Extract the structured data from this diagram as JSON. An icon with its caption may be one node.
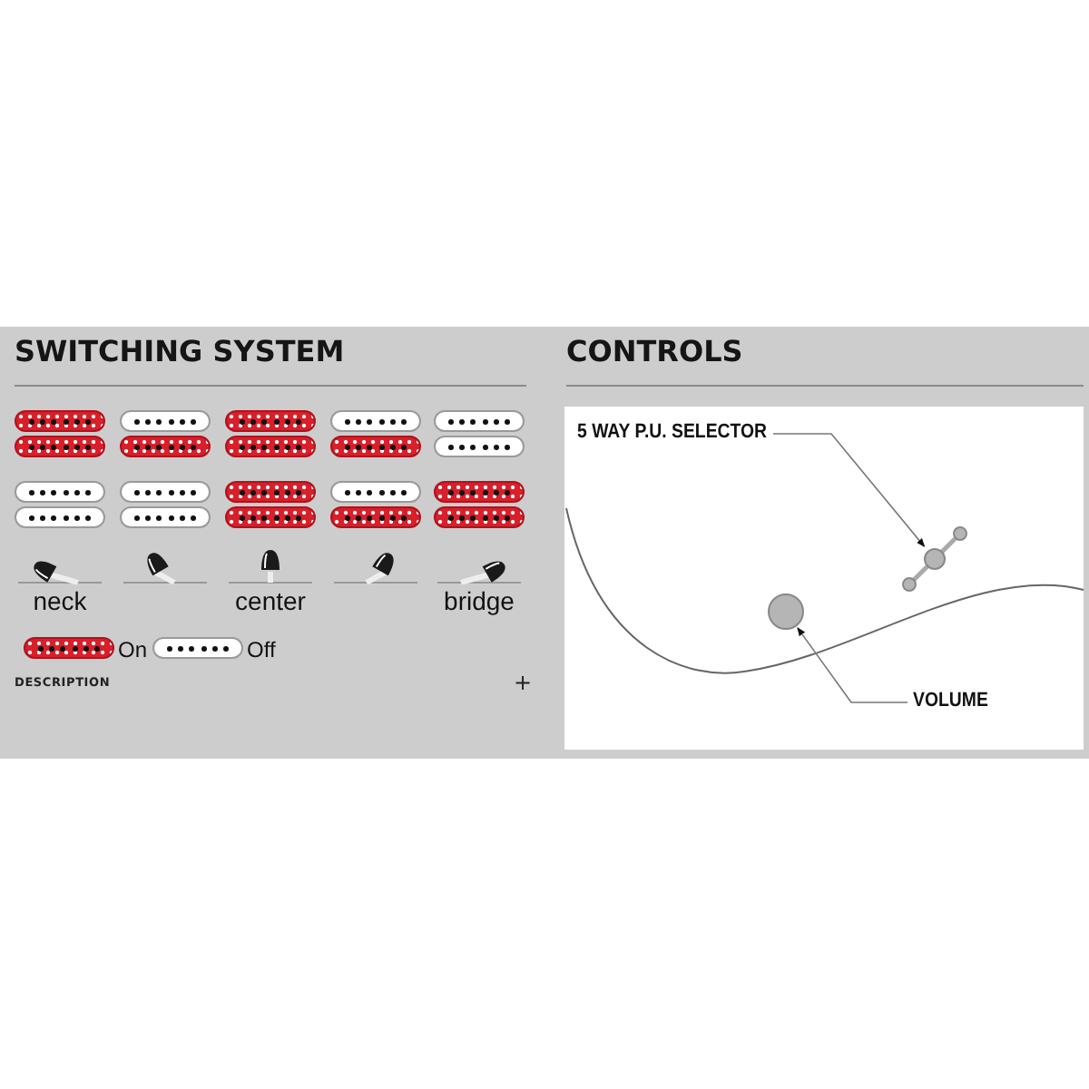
{
  "diagram": {
    "nodes": [
      {
        "text": [
          "5 WAY P.U. SELECTOR"
        ]
      },
      {
        "text": [],
        "shape": "picture"
      },
      {
        "text": [
          "VOLUME"
        ]
      },
      {
        "text": [],
        "shape": "circle"
      }
    ],
    "edges": [
      {
        "from": 0,
        "to": 1,
        "arrow": "to"
      },
      {
        "from": 2,
        "to": 3,
        "arrow": "to"
      }
    ],
    "labels": [
      "SWITCHING SYSTEM",
      "CONTROLS",
      "neck",
      "center",
      "bridge",
      "DESCRIPTION",
      "+"
    ],
    "legend": [
      {
        "text": "On"
      },
      {
        "text": "Off"
      }
    ]
  }
}
